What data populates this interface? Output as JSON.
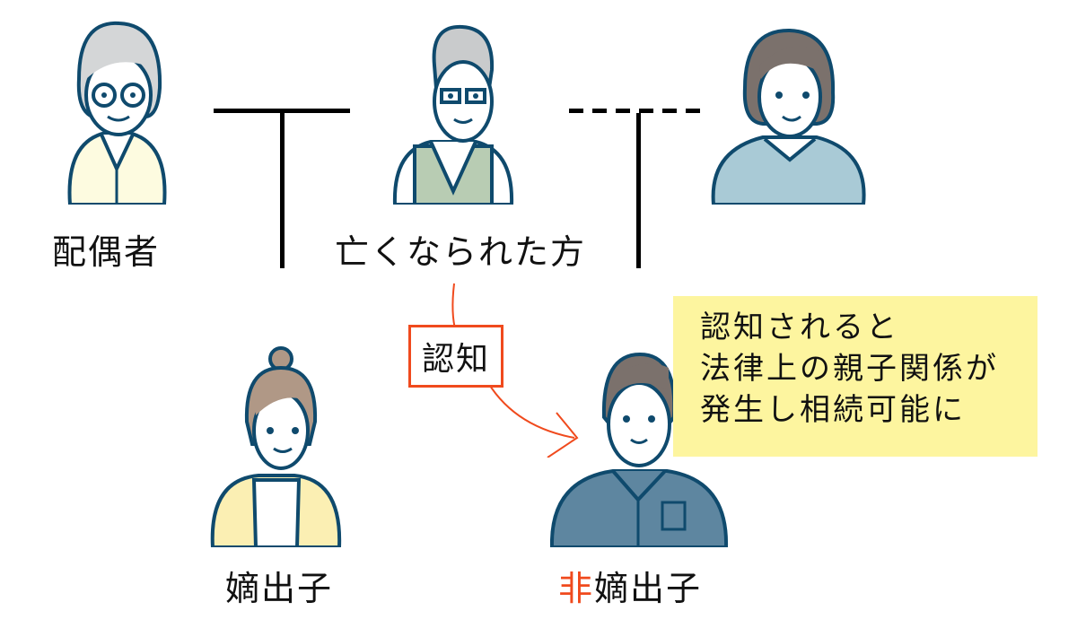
{
  "people": {
    "spouse": {
      "label": "配偶者",
      "hair": "#d4d6d7",
      "shirt": "#fdfbe0"
    },
    "deceased": {
      "label": "亡くなられた方",
      "hair": "#c9cbcc",
      "vest": "#b8ccb3"
    },
    "partner": {
      "hair": "#7b716c",
      "top": "#a9cad6"
    },
    "legitimate_child": {
      "label": "嫡出子",
      "hair": "#b09886",
      "cardigan": "#fbefb3"
    },
    "illegitimate_child": {
      "label_prefix": "非",
      "label_rest": "嫡出子",
      "hair": "#7b716c",
      "shirt": "#5e86a0"
    }
  },
  "relations": {
    "recognition_label": "認知"
  },
  "note": {
    "lines": [
      "認知されると",
      "法律上の親子関係が",
      "発生し相続可能に"
    ],
    "background": "#fdf59f"
  },
  "colors": {
    "outline": "#0f4a6d",
    "accent_red": "#f04a1d",
    "line": "#000000"
  }
}
